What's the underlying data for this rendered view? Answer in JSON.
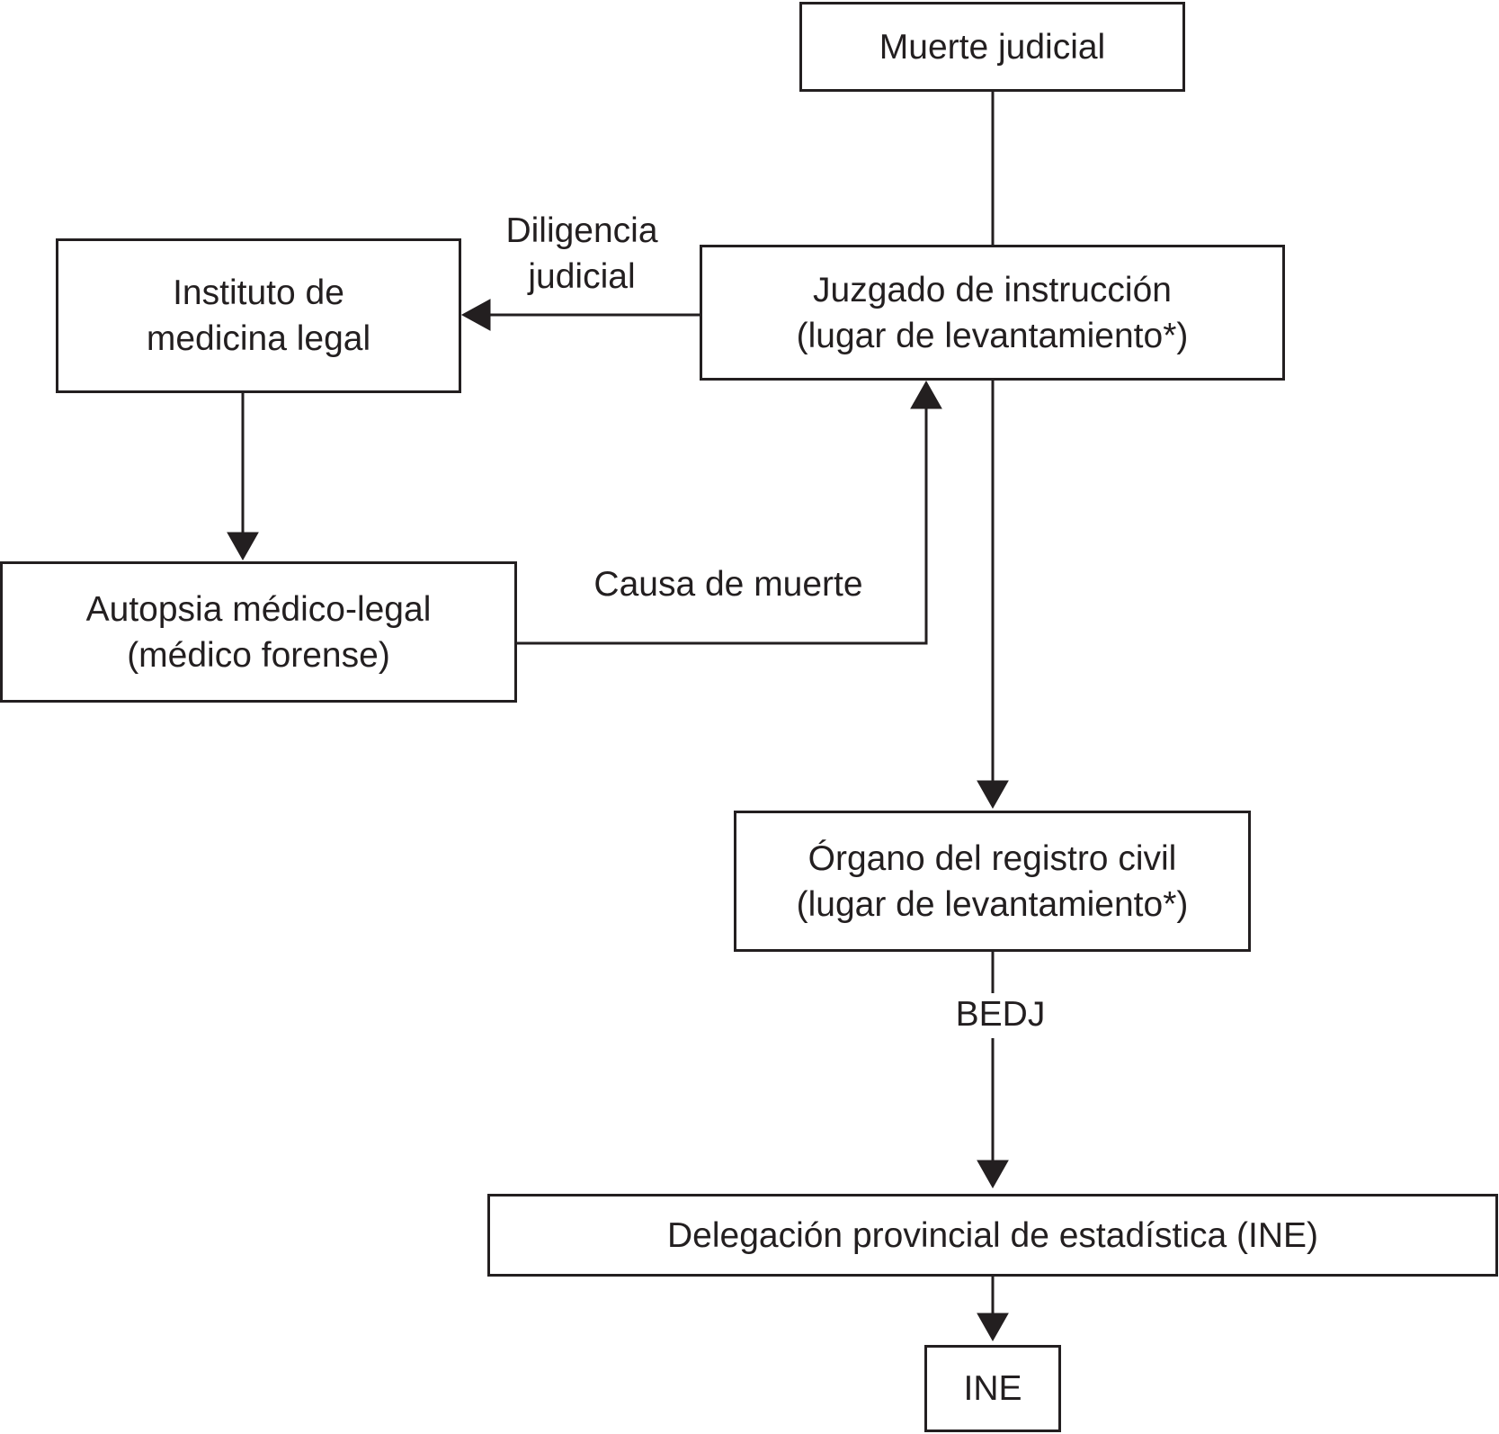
{
  "diagram": {
    "stroke_color": "#231f20",
    "nodes": {
      "muerte_judicial": {
        "lines": [
          "Muerte judicial"
        ]
      },
      "juzgado": {
        "lines": [
          "Juzgado de instrucción",
          "(lugar de levantamiento*)"
        ]
      },
      "instituto": {
        "lines": [
          "Instituto de",
          "medicina legal"
        ]
      },
      "autopsia": {
        "lines": [
          "Autopsia médico-legal",
          "(médico forense)"
        ]
      },
      "registro_civil": {
        "lines": [
          "Órgano del registro civil",
          "(lugar de levantamiento*)"
        ]
      },
      "delegacion": {
        "lines": [
          "Delegación provincial de estadística (INE)"
        ]
      },
      "ine": {
        "lines": [
          "INE"
        ]
      }
    },
    "edge_labels": {
      "diligencia": {
        "lines": [
          "Diligencia",
          "judicial"
        ]
      },
      "causa": {
        "lines": [
          "Causa de muerte"
        ]
      },
      "bedj": {
        "lines": [
          "BEDJ"
        ]
      }
    },
    "edges": [
      {
        "from": "muerte_judicial",
        "to": "juzgado",
        "arrow": false
      },
      {
        "from": "juzgado",
        "to": "instituto",
        "arrow": true,
        "label": "diligencia"
      },
      {
        "from": "instituto",
        "to": "autopsia",
        "arrow": true
      },
      {
        "from": "autopsia",
        "to": "juzgado",
        "arrow": true,
        "label": "causa"
      },
      {
        "from": "juzgado",
        "to": "registro_civil",
        "arrow": true
      },
      {
        "from": "registro_civil",
        "to": "delegacion",
        "arrow": true,
        "label": "bedj"
      },
      {
        "from": "delegacion",
        "to": "ine",
        "arrow": true
      }
    ]
  }
}
